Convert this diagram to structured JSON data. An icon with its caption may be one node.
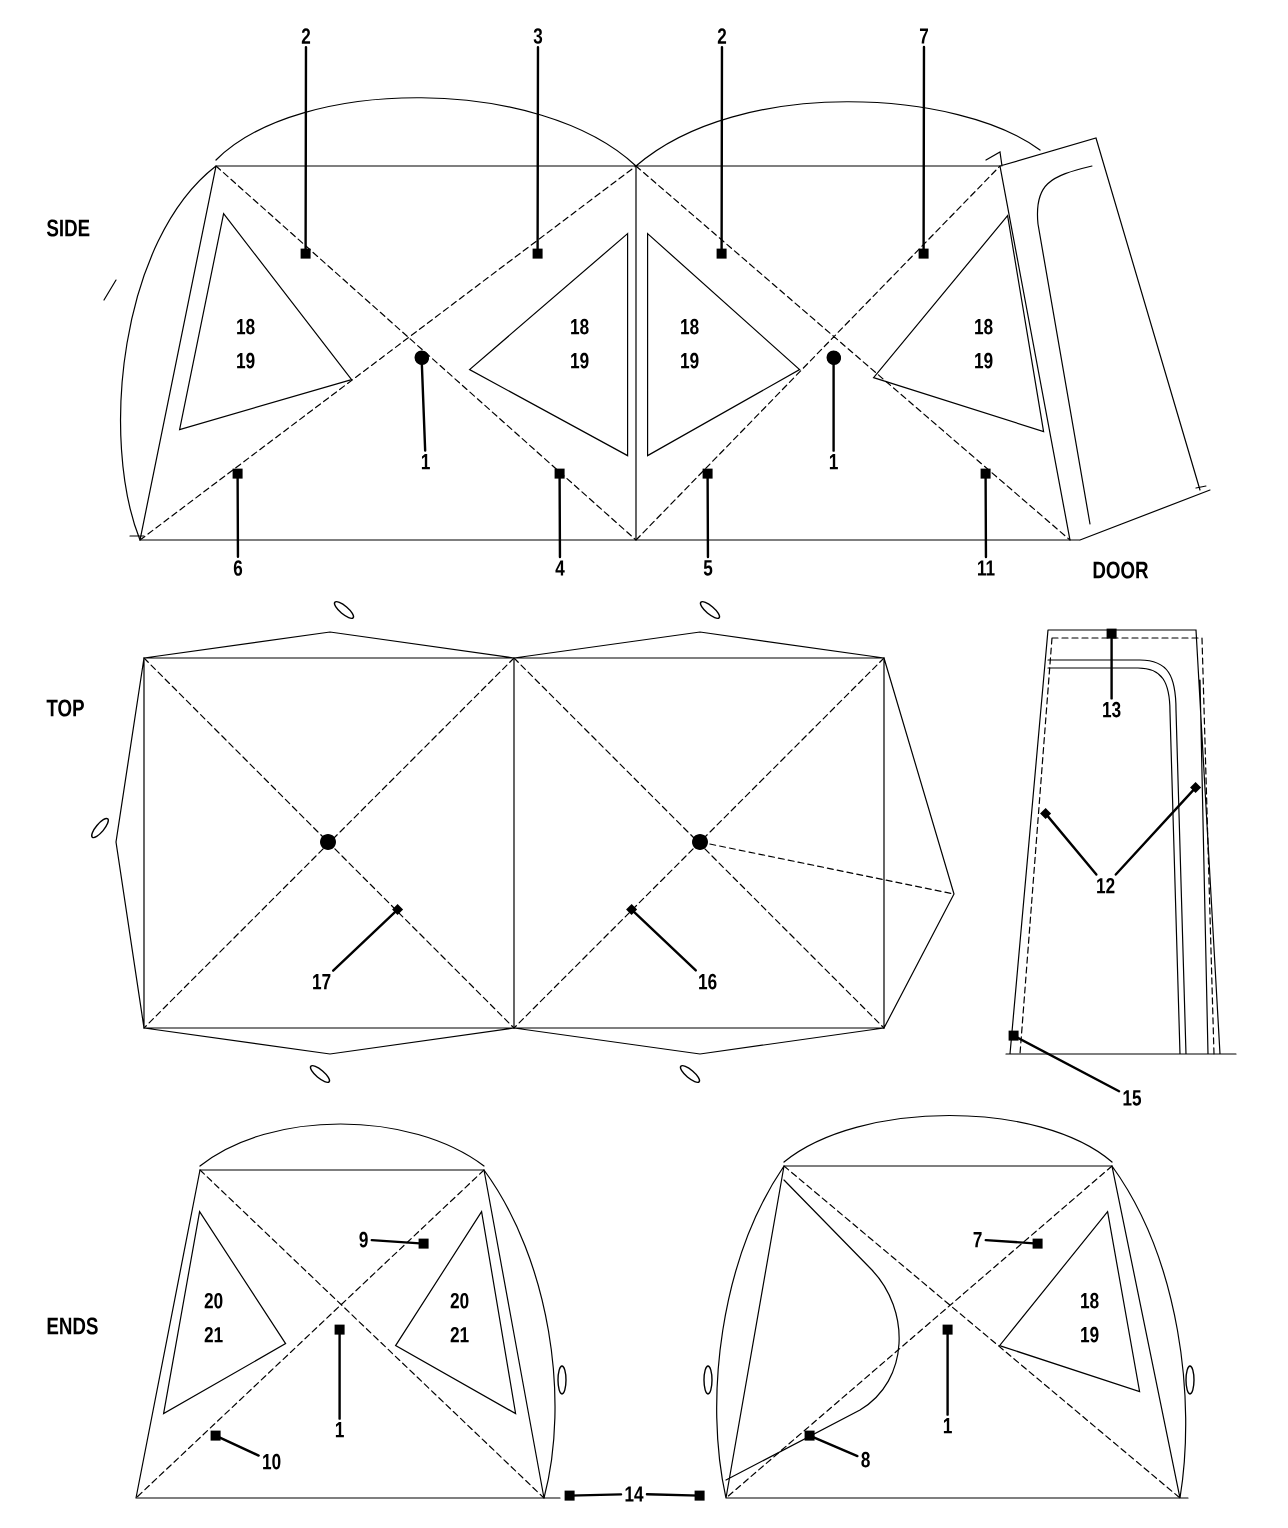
{
  "diagram": {
    "nodes": [
      {
        "text": [],
        "shape": "picture"
      },
      {
        "text": [],
        "shape": "picture"
      },
      {
        "text": [],
        "shape": "picture"
      },
      {
        "text": [],
        "shape": "picture"
      },
      {
        "text": [],
        "shape": "picture"
      },
      {
        "text": [
          "2"
        ]
      },
      {
        "text": [
          "3"
        ]
      },
      {
        "text": [
          "2"
        ]
      },
      {
        "text": [
          "7"
        ]
      },
      {
        "text": [
          "18",
          "19"
        ],
        "in": 0
      },
      {
        "text": [
          "18",
          "19"
        ],
        "in": 0
      },
      {
        "text": [
          "18",
          "19"
        ],
        "in": 0
      },
      {
        "text": [
          "18",
          "19"
        ],
        "in": 0
      },
      {
        "text": [
          "1"
        ],
        "in": 0
      },
      {
        "text": [
          "1"
        ],
        "in": 0
      },
      {
        "text": [
          "6"
        ]
      },
      {
        "text": [
          "4"
        ]
      },
      {
        "text": [
          "5"
        ]
      },
      {
        "text": [
          "11"
        ]
      },
      {
        "text": [
          "13"
        ],
        "in": 2
      },
      {
        "text": [
          "12"
        ],
        "in": 2
      },
      {
        "text": [
          "17"
        ],
        "in": 1
      },
      {
        "text": [
          "16"
        ],
        "in": 1
      },
      {
        "text": [
          "15"
        ]
      },
      {
        "text": [
          "20",
          "21"
        ],
        "in": 3
      },
      {
        "text": [
          "20",
          "21"
        ],
        "in": 3
      },
      {
        "text": [
          "18",
          "19"
        ],
        "in": 4
      },
      {
        "text": [
          "9"
        ],
        "in": 3
      },
      {
        "text": [
          "7"
        ],
        "in": 4
      },
      {
        "text": [
          "1"
        ],
        "in": 3
      },
      {
        "text": [
          "1"
        ],
        "in": 4
      },
      {
        "text": [
          "10"
        ],
        "in": 3
      },
      {
        "text": [
          "8"
        ],
        "in": 4
      },
      {
        "text": [
          "14"
        ]
      }
    ],
    "edges": [
      {
        "from": 5,
        "to": 0,
        "arrow": "other"
      },
      {
        "from": 6,
        "to": 0,
        "arrow": "other"
      },
      {
        "from": 7,
        "to": 0,
        "arrow": "other"
      },
      {
        "from": 8,
        "to": 0,
        "arrow": "other"
      },
      {
        "from": 13,
        "to": 0,
        "arrow": "other"
      },
      {
        "from": 14,
        "to": 0,
        "arrow": "other"
      },
      {
        "from": 15,
        "to": 0,
        "arrow": "other"
      },
      {
        "from": 16,
        "to": 0,
        "arrow": "other"
      },
      {
        "from": 17,
        "to": 0,
        "arrow": "other"
      },
      {
        "from": 18,
        "to": 0,
        "arrow": "other"
      },
      {
        "from": 19,
        "to": 2,
        "arrow": "other"
      },
      {
        "from": 20,
        "to": 2,
        "arrow": "other"
      },
      {
        "from": 20,
        "to": 2,
        "arrow": "other"
      },
      {
        "from": 21,
        "to": 1,
        "arrow": "other"
      },
      {
        "from": 22,
        "to": 1,
        "arrow": "other"
      },
      {
        "from": 23,
        "to": 2,
        "arrow": "other"
      },
      {
        "from": 27,
        "to": 3,
        "arrow": "other"
      },
      {
        "from": 28,
        "to": 4,
        "arrow": "other"
      },
      {
        "from": 29,
        "to": 3,
        "arrow": "other"
      },
      {
        "from": 30,
        "to": 4,
        "arrow": "other"
      },
      {
        "from": 31,
        "to": 3,
        "arrow": "other"
      },
      {
        "from": 32,
        "to": 4,
        "arrow": "other"
      },
      {
        "from": 33,
        "to": 3,
        "arrow": "other"
      },
      {
        "from": 33,
        "to": 4,
        "arrow": "other"
      }
    ],
    "labels": [
      "SIDE",
      "TOP",
      "DOOR",
      "ENDS"
    ]
  }
}
